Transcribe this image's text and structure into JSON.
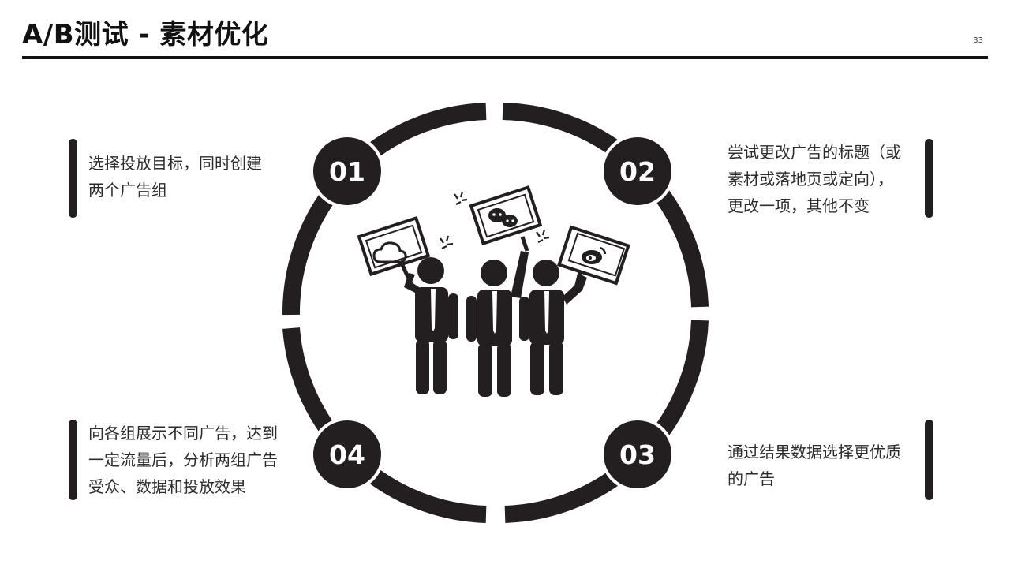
{
  "slide": {
    "title": "A/B测试 - 素材优化",
    "page_number": "33"
  },
  "colors": {
    "dark": "#231f20",
    "background": "#ffffff"
  },
  "icons": {
    "center": "protest-people-with-signs-icon",
    "signs": [
      "cloud-icon",
      "wechat-icon",
      "weibo-icon"
    ]
  },
  "steps": [
    {
      "number": "01",
      "lines": [
        "选择投放目标，同时创建",
        "两个广告组"
      ]
    },
    {
      "number": "02",
      "lines": [
        "尝试更改广告的标题（或",
        "素材或落地页或定向），",
        "更改一项，其他不变"
      ]
    },
    {
      "number": "03",
      "lines": [
        "通过结果数据选择更优质",
        "的广告"
      ]
    },
    {
      "number": "04",
      "lines": [
        "向各组展示不同广告，达到",
        "一定流量后，分析两组广告",
        "受众、数据和投放效果"
      ]
    }
  ]
}
